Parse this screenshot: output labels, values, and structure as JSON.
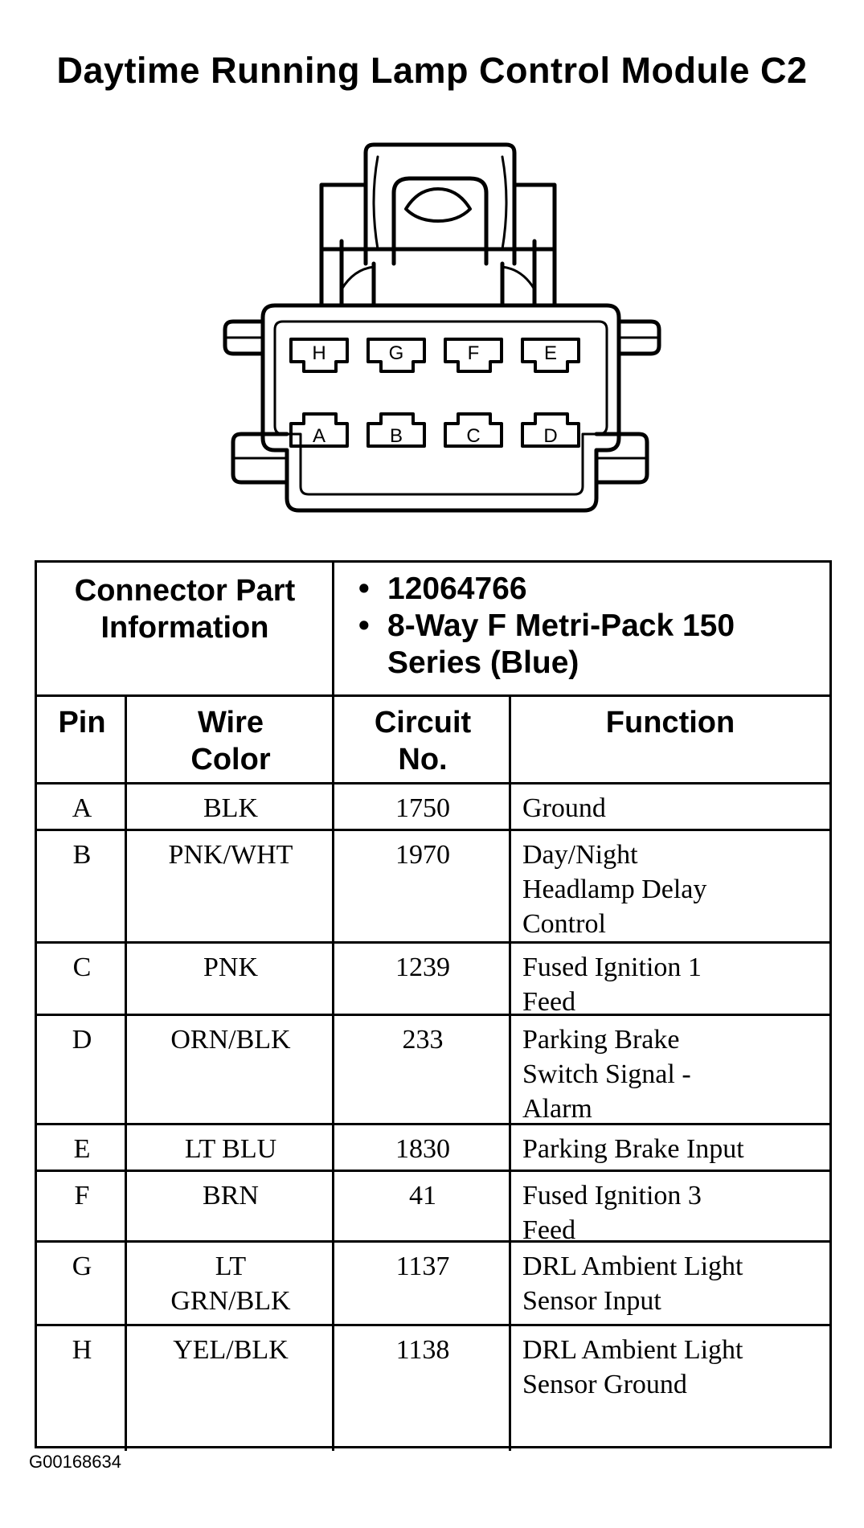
{
  "title": "Daytime Running Lamp Control Module C2",
  "connector": {
    "top_row_pins": [
      "H",
      "G",
      "F",
      "E"
    ],
    "bottom_row_pins": [
      "A",
      "B",
      "C",
      "D"
    ]
  },
  "connector_info": {
    "label_line1": "Connector Part",
    "label_line2": "Information",
    "bullet": "•",
    "part_number": "12064766",
    "description_line1": "8-Way F Metri-Pack 150",
    "description_line2": "Series (Blue)"
  },
  "headers": {
    "pin": "Pin",
    "wire_line1": "Wire",
    "wire_line2": "Color",
    "circuit_line1": "Circuit",
    "circuit_line2": "No.",
    "function": "Function"
  },
  "rows": [
    {
      "pin": "A",
      "wire": [
        "BLK"
      ],
      "circuit": "1750",
      "function": [
        "Ground"
      ]
    },
    {
      "pin": "B",
      "wire": [
        "PNK/WHT"
      ],
      "circuit": "1970",
      "function": [
        "Day/Night",
        "Headlamp Delay",
        "Control"
      ]
    },
    {
      "pin": "C",
      "wire": [
        "PNK"
      ],
      "circuit": "1239",
      "function": [
        "Fused Ignition 1",
        "Feed"
      ]
    },
    {
      "pin": "D",
      "wire": [
        "ORN/BLK"
      ],
      "circuit": "233",
      "function": [
        "Parking Brake",
        "Switch Signal -",
        "Alarm"
      ]
    },
    {
      "pin": "E",
      "wire": [
        "LT BLU"
      ],
      "circuit": "1830",
      "function": [
        "Parking Brake Input"
      ]
    },
    {
      "pin": "F",
      "wire": [
        "BRN"
      ],
      "circuit": "41",
      "function": [
        "Fused Ignition 3",
        "Feed"
      ]
    },
    {
      "pin": "G",
      "wire": [
        "LT",
        "GRN/BLK"
      ],
      "circuit": "1137",
      "function": [
        "DRL Ambient Light",
        "Sensor Input"
      ]
    },
    {
      "pin": "H",
      "wire": [
        "YEL/BLK"
      ],
      "circuit": "1138",
      "function": [
        "DRL Ambient Light",
        "Sensor Ground"
      ]
    }
  ],
  "footer_code": "G00168634"
}
